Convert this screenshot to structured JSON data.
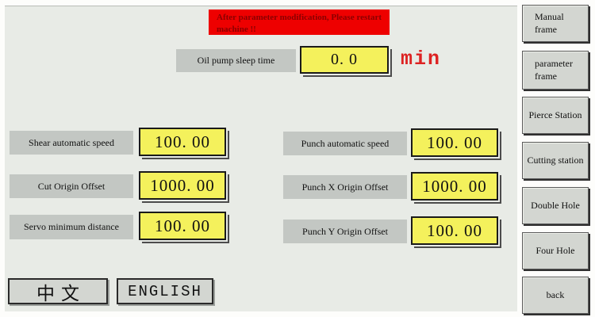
{
  "banner": {
    "text": "After parameter modification, Please restart\nmachine !!"
  },
  "oil_pump": {
    "label": "Oil pump sleep time",
    "value": "0. 0",
    "unit": "min"
  },
  "left_params": [
    {
      "label": "Shear automatic speed",
      "value": "100. 00"
    },
    {
      "label": "Cut Origin Offset",
      "value": "1000. 00"
    },
    {
      "label": "Servo minimum distance",
      "value": "100. 00"
    }
  ],
  "right_params": [
    {
      "label": "Punch automatic speed",
      "value": "100. 00"
    },
    {
      "label": "Punch X Origin Offset",
      "value": "1000. 00"
    },
    {
      "label": "Punch Y Origin Offset",
      "value": "100. 00"
    }
  ],
  "sidebar_buttons": [
    {
      "label": "Manual\nframe"
    },
    {
      "label": "parameter\nframe"
    },
    {
      "label": "Pierce Station"
    },
    {
      "label": "Cutting station"
    },
    {
      "label": "Double Hole"
    },
    {
      "label": "Four Hole"
    },
    {
      "label": "back"
    }
  ],
  "language_buttons": {
    "chinese": "中文",
    "english": "ENGLISH"
  },
  "colors": {
    "banner_bg": "#ee0000",
    "banner_text": "#8b0000",
    "field_bg": "#f4f15c",
    "label_bg": "#c3c7c3",
    "unit_text": "#dd2222",
    "button_bg": "#d3d6d1",
    "panel_bg": "#e8ebe6"
  }
}
